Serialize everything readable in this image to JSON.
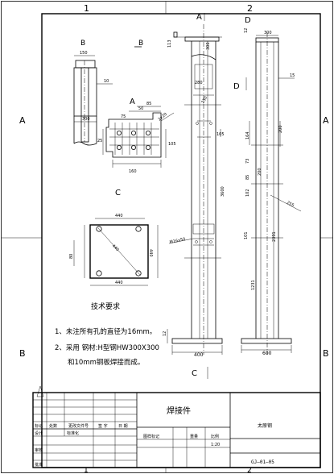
{
  "sheet": {
    "top_numbers": [
      "1",
      "2"
    ],
    "bottom_numbers": [
      "1",
      "2"
    ],
    "left_letters": [
      "A",
      "B"
    ],
    "right_letters": [
      "A",
      "B"
    ]
  },
  "views": {
    "a_label": "A",
    "b_label": "B",
    "c_label": "C",
    "d_label": "D"
  },
  "dims": {
    "b_w150": "150",
    "b_t10": "10",
    "b_w300": "300",
    "a_w160": "160",
    "a_105": "105",
    "a_85": "85",
    "a_25": "25",
    "a_75": "75",
    "a_50": "50",
    "a_r": "2x20",
    "c_440_top": "440",
    "c_440_bot": "440",
    "c_440_right": "440",
    "c_80": "80",
    "c_diag": "440",
    "m_113": "113",
    "m_300_top": "300",
    "m_280": "280",
    "m_250": "250",
    "m_3600": "3600",
    "m_400": "400",
    "m_12": "12",
    "m_weld": "M16x50",
    "d_300": "300",
    "d_12": "12",
    "d_15": "15",
    "d_164": "164",
    "d_200": "200",
    "d_73": "73",
    "d_85": "85",
    "d_102": "102",
    "d_255": "255",
    "d_101": "101",
    "d_1231": "1231",
    "d_2391": "2391",
    "d_600": "600"
  },
  "notes": {
    "title": "技术要求",
    "line1": "1、未注所有孔的直径为16mm。",
    "line2": "2、采用 钢材:H型钢HW300X300",
    "line3": "和10mm钢板焊接而成。"
  },
  "title_block": {
    "drawing_title": "焊接件",
    "company": "太原钢",
    "drawing_no": "GJ—01—05",
    "scale": "1:20",
    "c1": "标记",
    "c2": "处数",
    "c3": "更改文件号",
    "c4": "签 字",
    "c5": "日 期",
    "c6": "图样标记",
    "c7": "重量",
    "c8": "比例",
    "design": "设计",
    "check": "审核",
    "std": "标准化",
    "approve": "批准"
  }
}
